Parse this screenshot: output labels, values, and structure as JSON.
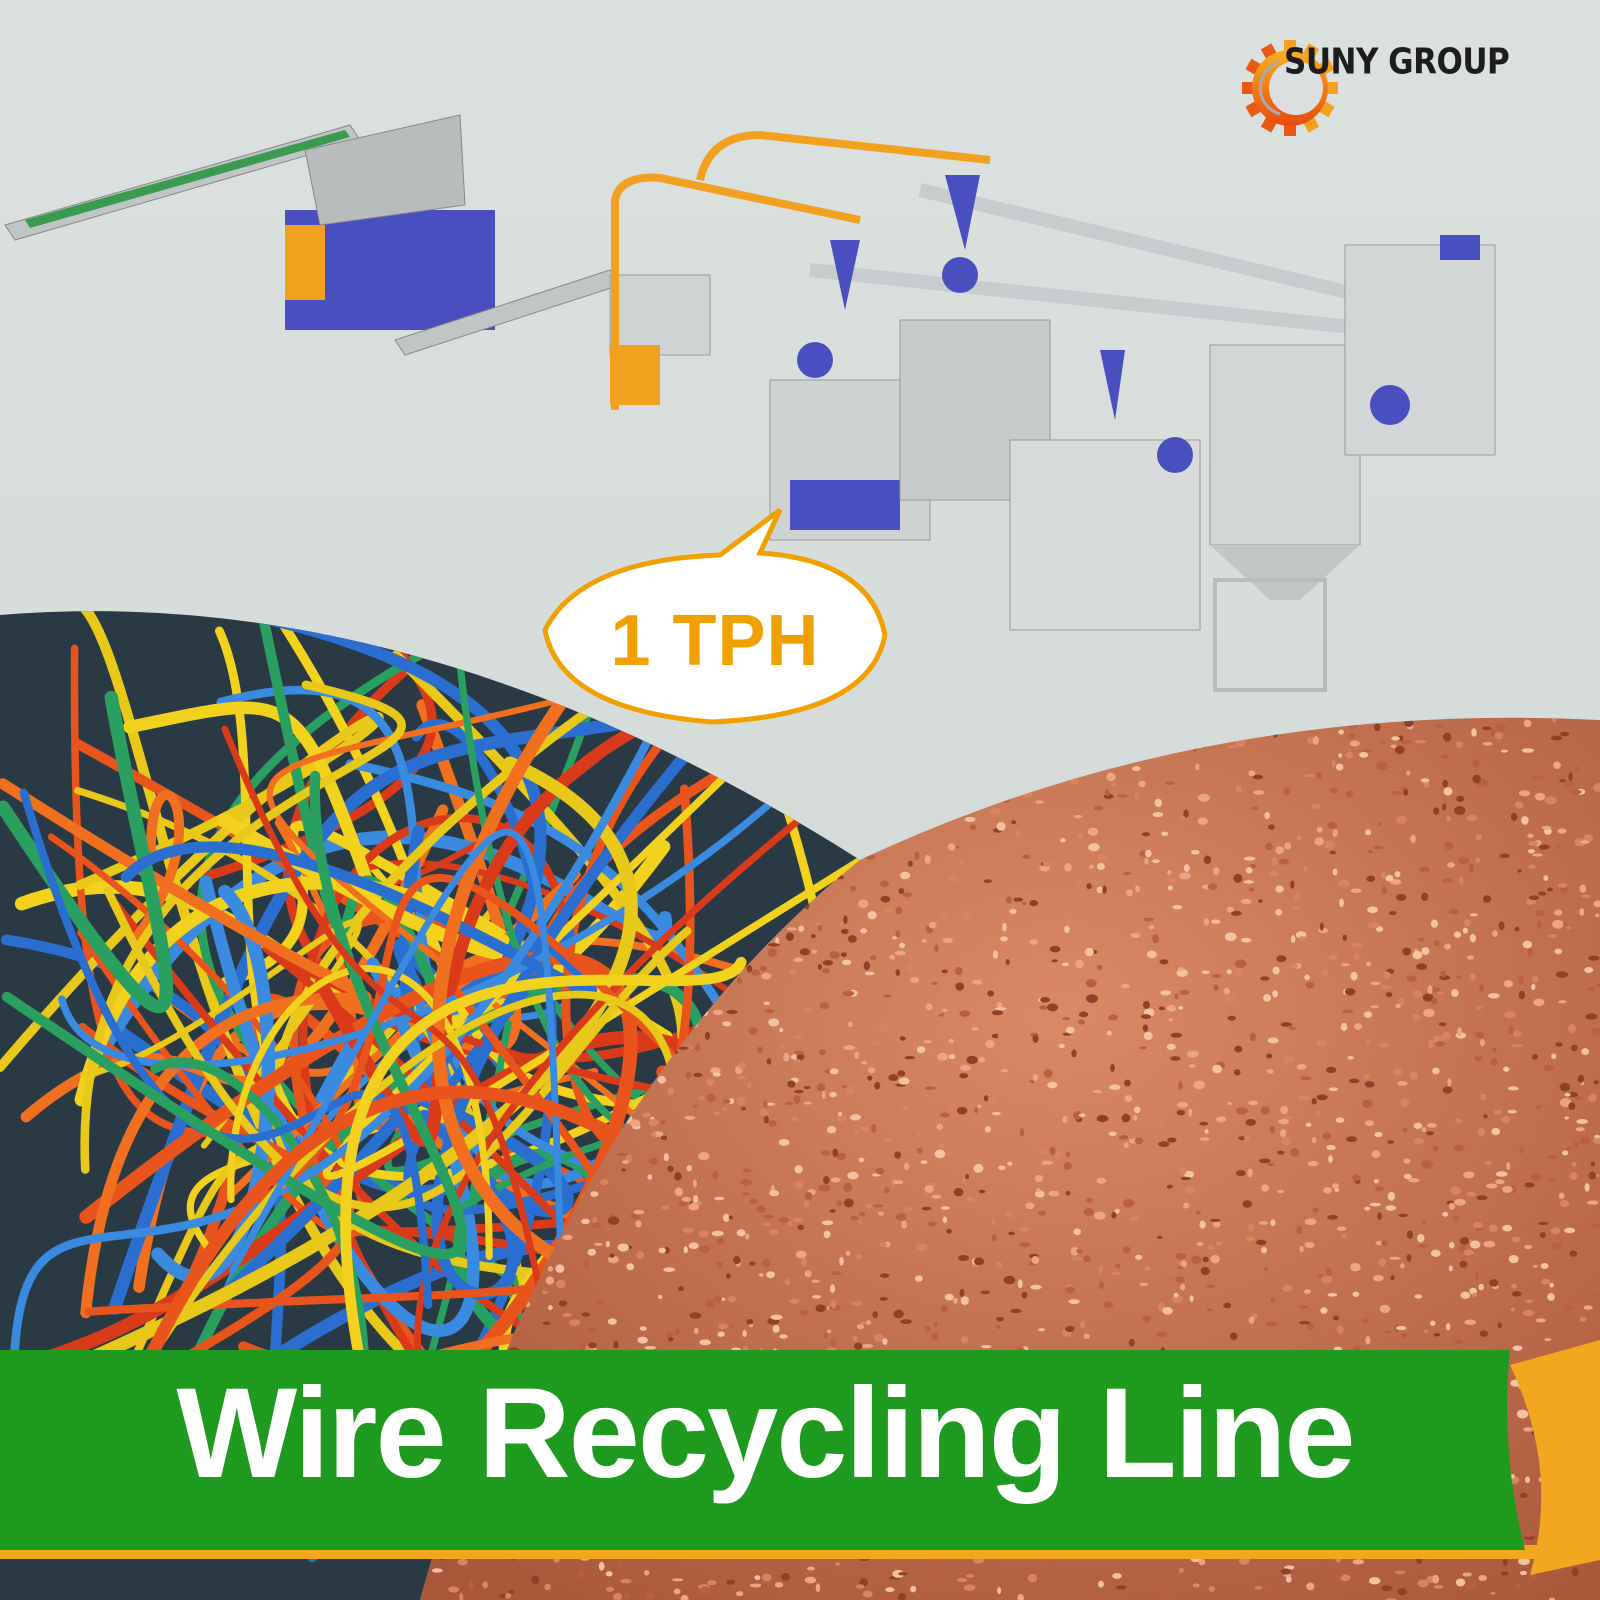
{
  "brand": {
    "name": "SUNY GROUP",
    "colors": {
      "gear": "#f07a10",
      "text": "#1d1d1d"
    }
  },
  "callout": {
    "capacity": "1 TPH",
    "color": "#f0a000"
  },
  "banner": {
    "title": "Wire Recycling Line",
    "color": "#1e9b1e",
    "ribbon_color": "#f2a81e"
  },
  "watermark": "SUNY GROUP",
  "colors": {
    "background": "#d9dfdc",
    "machine_blue": "#4a4fc0",
    "machine_orange": "#f2a020",
    "copper": "#c8704a"
  }
}
